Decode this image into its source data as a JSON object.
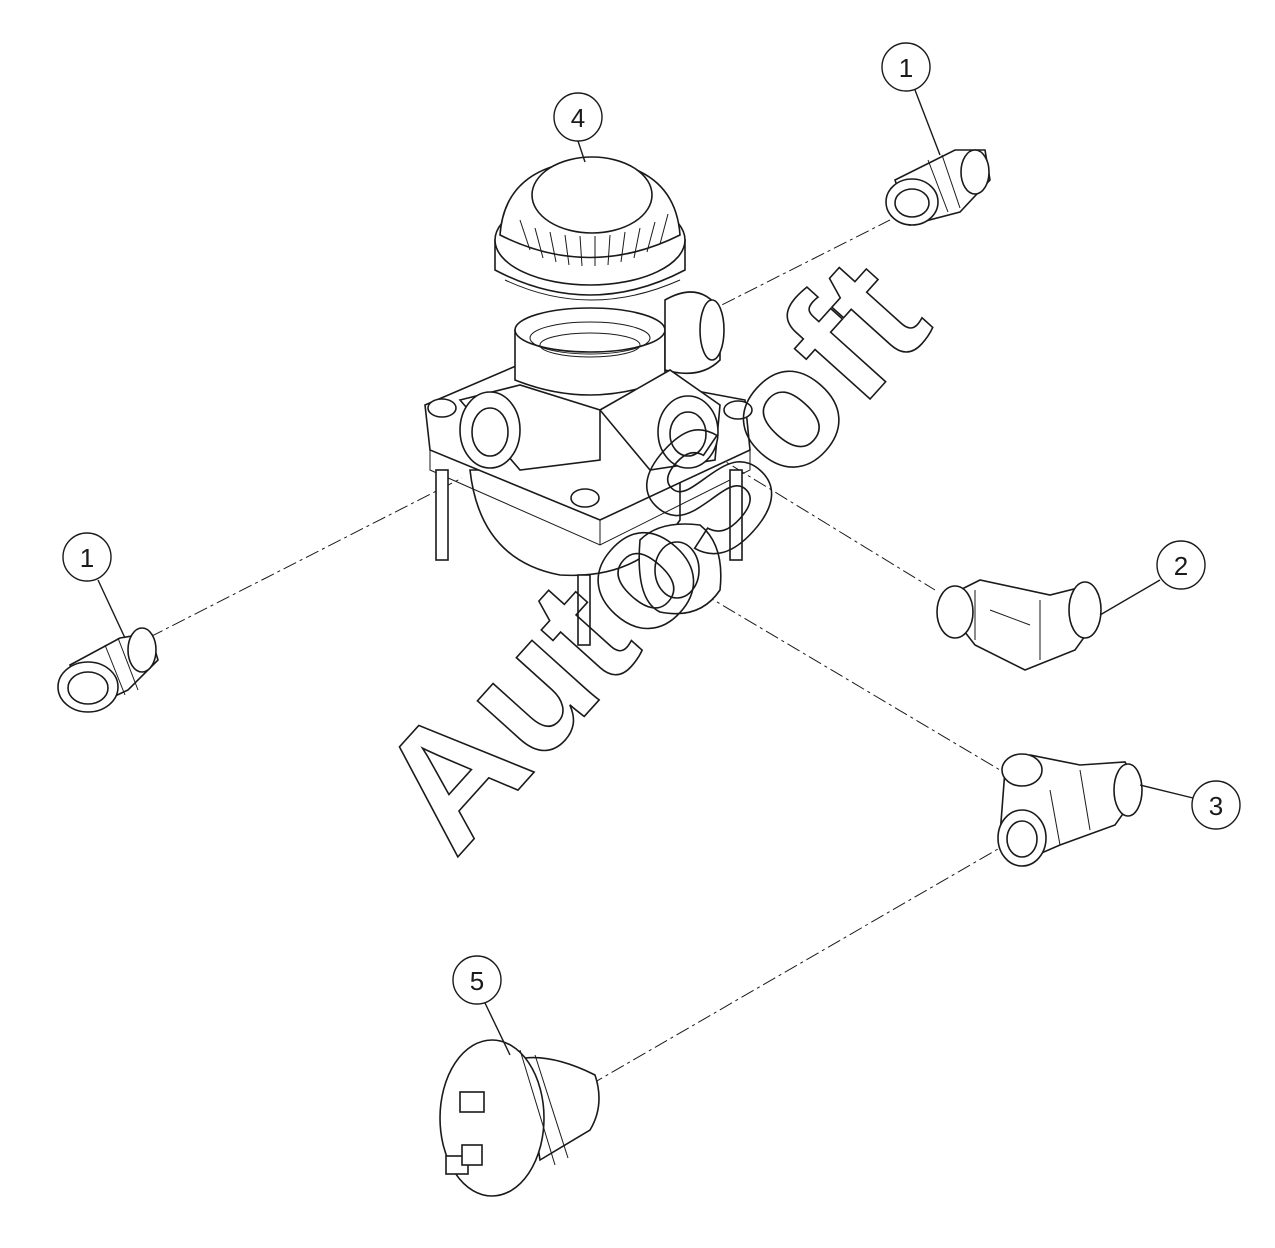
{
  "watermark": {
    "text": "AutoSoft"
  },
  "callouts": [
    {
      "id": "c1a",
      "label": "1"
    },
    {
      "id": "c1b",
      "label": "1"
    },
    {
      "id": "c2",
      "label": "2"
    },
    {
      "id": "c3",
      "label": "3"
    },
    {
      "id": "c4",
      "label": "4"
    },
    {
      "id": "c5",
      "label": "5"
    }
  ],
  "colors": {
    "line": "#1a1a1a",
    "fill": "#ffffff"
  }
}
